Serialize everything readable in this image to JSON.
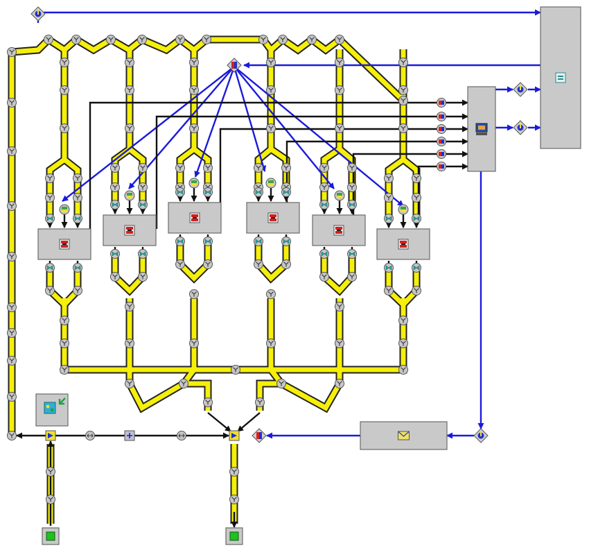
{
  "diagram": {
    "type": "block-flow-diagram",
    "colors": {
      "pipe_fill": "#f5ef0a",
      "pipe_edge": "#222222",
      "signal_line": "#1a1adc",
      "link_line": "#111111",
      "block_fill": "#c9c9c9",
      "node_fill": "#c7c7c7"
    },
    "blocks": [
      {
        "id": "unit-1",
        "icon": "reactor-icon"
      },
      {
        "id": "unit-2",
        "icon": "reactor-icon"
      },
      {
        "id": "unit-3",
        "icon": "reactor-icon"
      },
      {
        "id": "unit-4",
        "icon": "reactor-icon"
      },
      {
        "id": "unit-5",
        "icon": "reactor-icon"
      },
      {
        "id": "unit-6",
        "icon": "reactor-icon"
      },
      {
        "id": "controller",
        "icon": "computer-icon"
      },
      {
        "id": "supervisor",
        "icon": "equal-icon"
      },
      {
        "id": "analyzer",
        "icon": "envelope-icon"
      },
      {
        "id": "library",
        "icon": "library-icon"
      }
    ],
    "sources": [
      {
        "id": "source-left",
        "icon": "green-square-icon"
      },
      {
        "id": "source-right",
        "icon": "green-square-icon"
      }
    ]
  }
}
